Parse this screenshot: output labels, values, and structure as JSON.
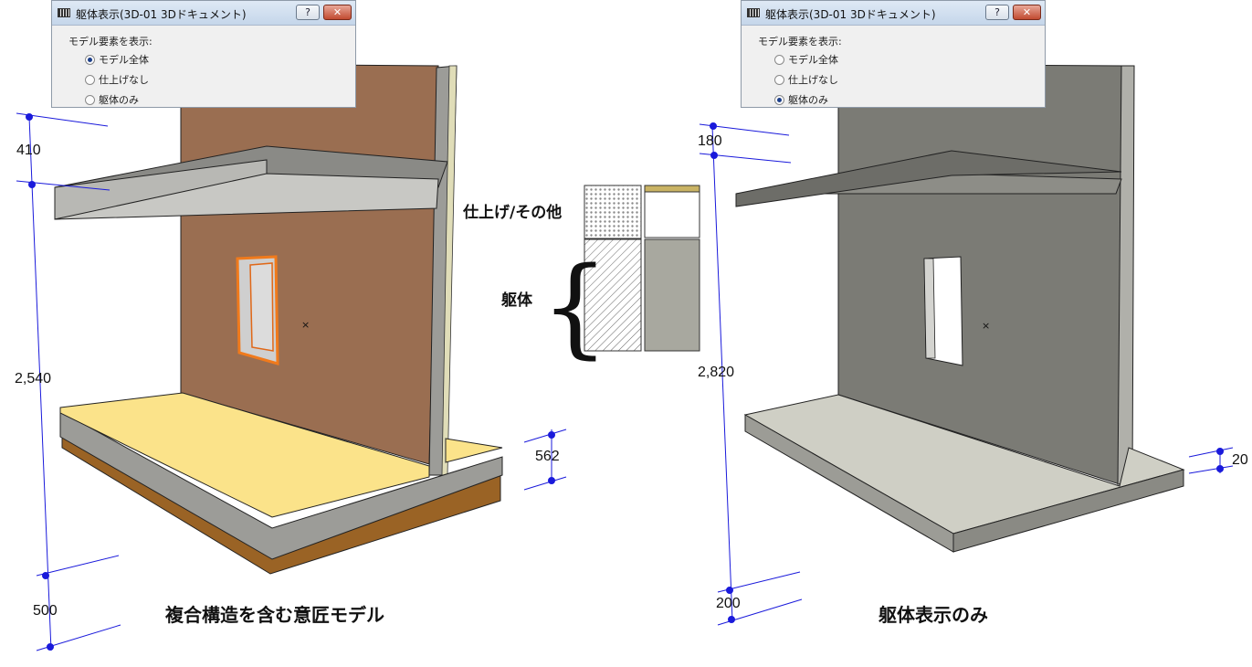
{
  "left_panel": {
    "dialog": {
      "title": "躯体表示(3D-01 3Dドキュメント)",
      "help_label": "?",
      "close_label": "✕",
      "group_label": "モデル要素を表示:",
      "options": [
        {
          "label": "モデル全体",
          "selected": true
        },
        {
          "label": "仕上げなし",
          "selected": false
        },
        {
          "label": "躯体のみ",
          "selected": false
        }
      ]
    },
    "dimensions": {
      "top": "410",
      "height": "2,540",
      "bottom": "500",
      "floor": "562"
    },
    "caption": "複合構造を含む意匠モデル"
  },
  "right_panel": {
    "dialog": {
      "title": "躯体表示(3D-01 3Dドキュメント)",
      "help_label": "?",
      "close_label": "✕",
      "group_label": "モデル要素を表示:",
      "options": [
        {
          "label": "モデル全体",
          "selected": false
        },
        {
          "label": "仕上げなし",
          "selected": false
        },
        {
          "label": "躯体のみ",
          "selected": true
        }
      ]
    },
    "dimensions": {
      "top": "180",
      "height": "2,820",
      "bottom": "200",
      "floor": "20"
    },
    "caption": "躯体表示のみ"
  },
  "legend": {
    "finish_label": "仕上げ/その他",
    "structure_label": "躯体"
  },
  "colors": {
    "wall_brown": "#9a6e51",
    "floor_yellow": "#fbe38a",
    "slab_gray": "#9c9c98",
    "core_gray": "#7b7b75",
    "light_gray": "#cfcfc5",
    "dim_blue": "#1a1adb",
    "selection_orange": "#f07a1c"
  }
}
